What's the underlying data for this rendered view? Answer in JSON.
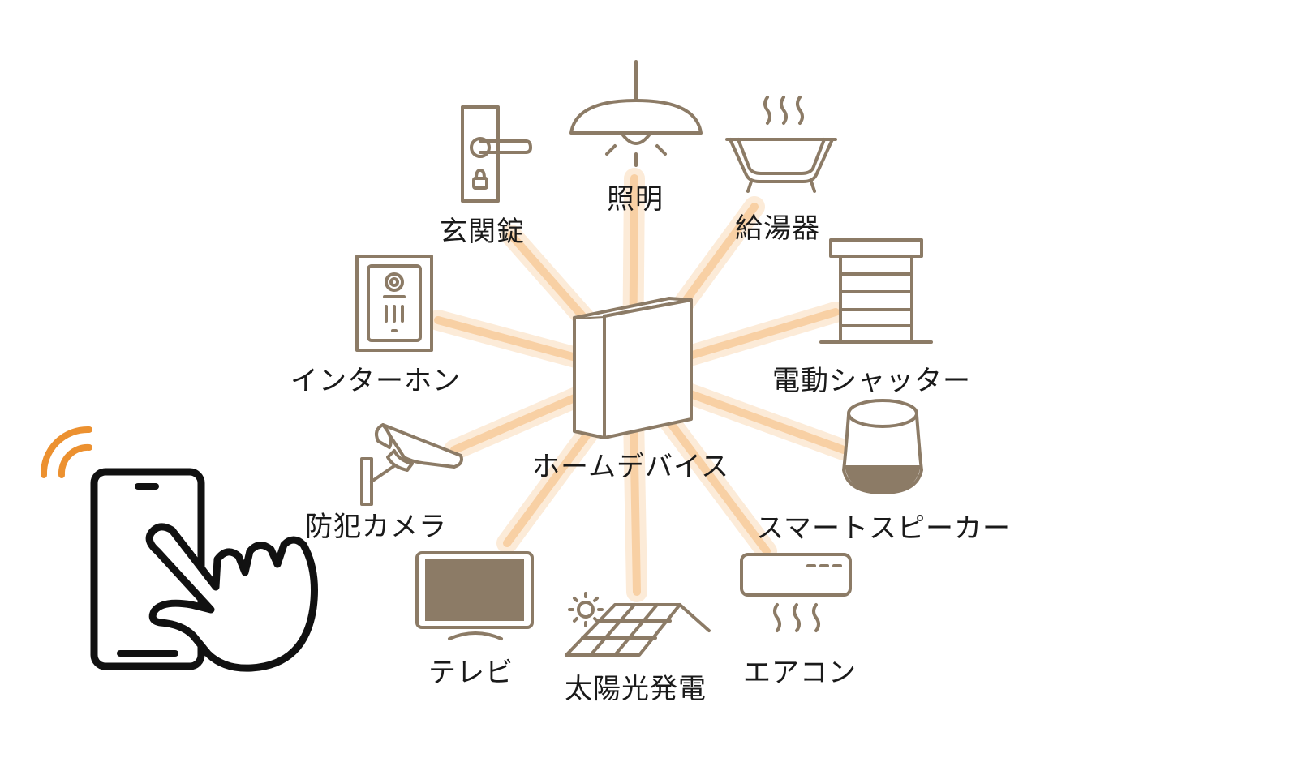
{
  "diagram": {
    "center": {
      "label": "ホームデバイス",
      "icon": "home-gateway-icon"
    },
    "devices": [
      {
        "key": "lighting",
        "label": "照明",
        "icon": "pendant-lamp-icon"
      },
      {
        "key": "water-heater",
        "label": "給湯器",
        "icon": "bathtub-icon"
      },
      {
        "key": "shutter",
        "label": "電動シャッター",
        "icon": "shutter-icon"
      },
      {
        "key": "smart-speaker",
        "label": "スマートスピーカー",
        "icon": "smart-speaker-icon"
      },
      {
        "key": "air-conditioner",
        "label": "エアコン",
        "icon": "air-conditioner-icon"
      },
      {
        "key": "solar",
        "label": "太陽光発電",
        "icon": "solar-panel-icon"
      },
      {
        "key": "tv",
        "label": "テレビ",
        "icon": "tv-icon"
      },
      {
        "key": "security-camera",
        "label": "防犯カメラ",
        "icon": "security-camera-icon"
      },
      {
        "key": "intercom",
        "label": "インターホン",
        "icon": "intercom-icon"
      },
      {
        "key": "door-lock",
        "label": "玄関錠",
        "icon": "door-lock-icon"
      }
    ],
    "controller": {
      "icon": "smartphone-tap-icon",
      "signal_icon": "wifi-signal-icon"
    },
    "colors": {
      "icon": "#8c7b66",
      "ray": "#f7c58f",
      "signal": "#ec9130",
      "phone": "#111111"
    }
  }
}
